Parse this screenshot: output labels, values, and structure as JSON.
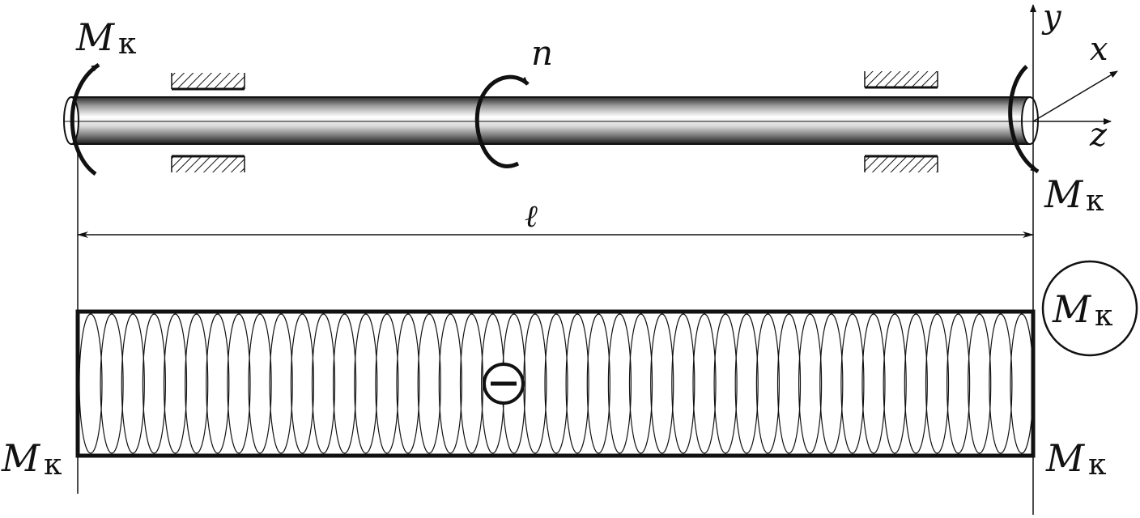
{
  "diagram": {
    "moment_symbol": "M",
    "moment_subscript": "к",
    "speed_label": "n",
    "length_label": "ℓ",
    "axis_x": "x",
    "axis_y": "y",
    "axis_z": "z",
    "sign": "−",
    "coil_count": 45
  },
  "colors": {
    "ink": "#111111",
    "shaft_light": "#f4f4f4",
    "shaft_dark": "#3a3a3a"
  }
}
